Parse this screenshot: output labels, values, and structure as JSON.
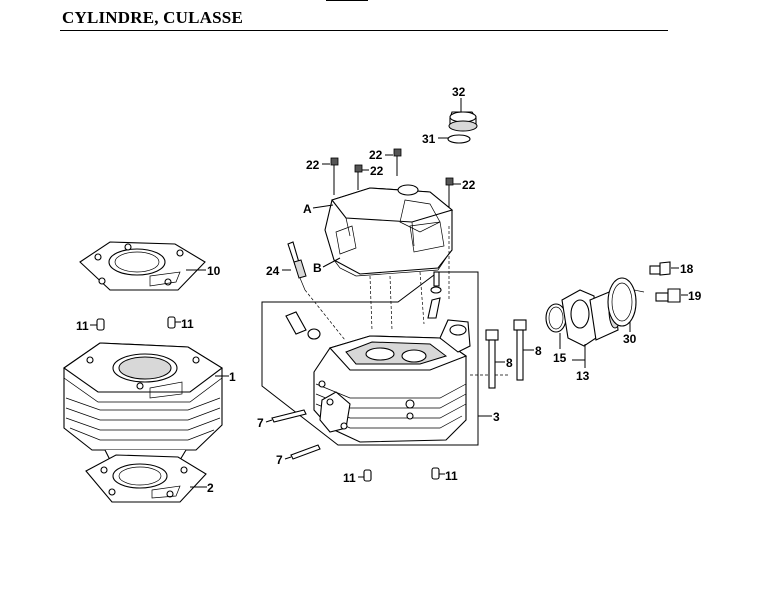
{
  "header": {
    "title": "CYLINDRE, CULASSE"
  },
  "callouts": {
    "c1": "1",
    "c2": "2",
    "c3": "3",
    "c7a": "7",
    "c7b": "7",
    "c8a": "8",
    "c8b": "8",
    "c10": "10",
    "c11a": "11",
    "c11b": "11",
    "c11c": "11",
    "c11d": "11",
    "c13": "13",
    "c15": "15",
    "c18": "18",
    "c19": "19",
    "c22a": "22",
    "c22b": "22",
    "c22c": "22",
    "c22d": "22",
    "c24": "24",
    "c30": "30",
    "c31": "31",
    "c32": "32",
    "cA": "A",
    "cB": "B"
  }
}
